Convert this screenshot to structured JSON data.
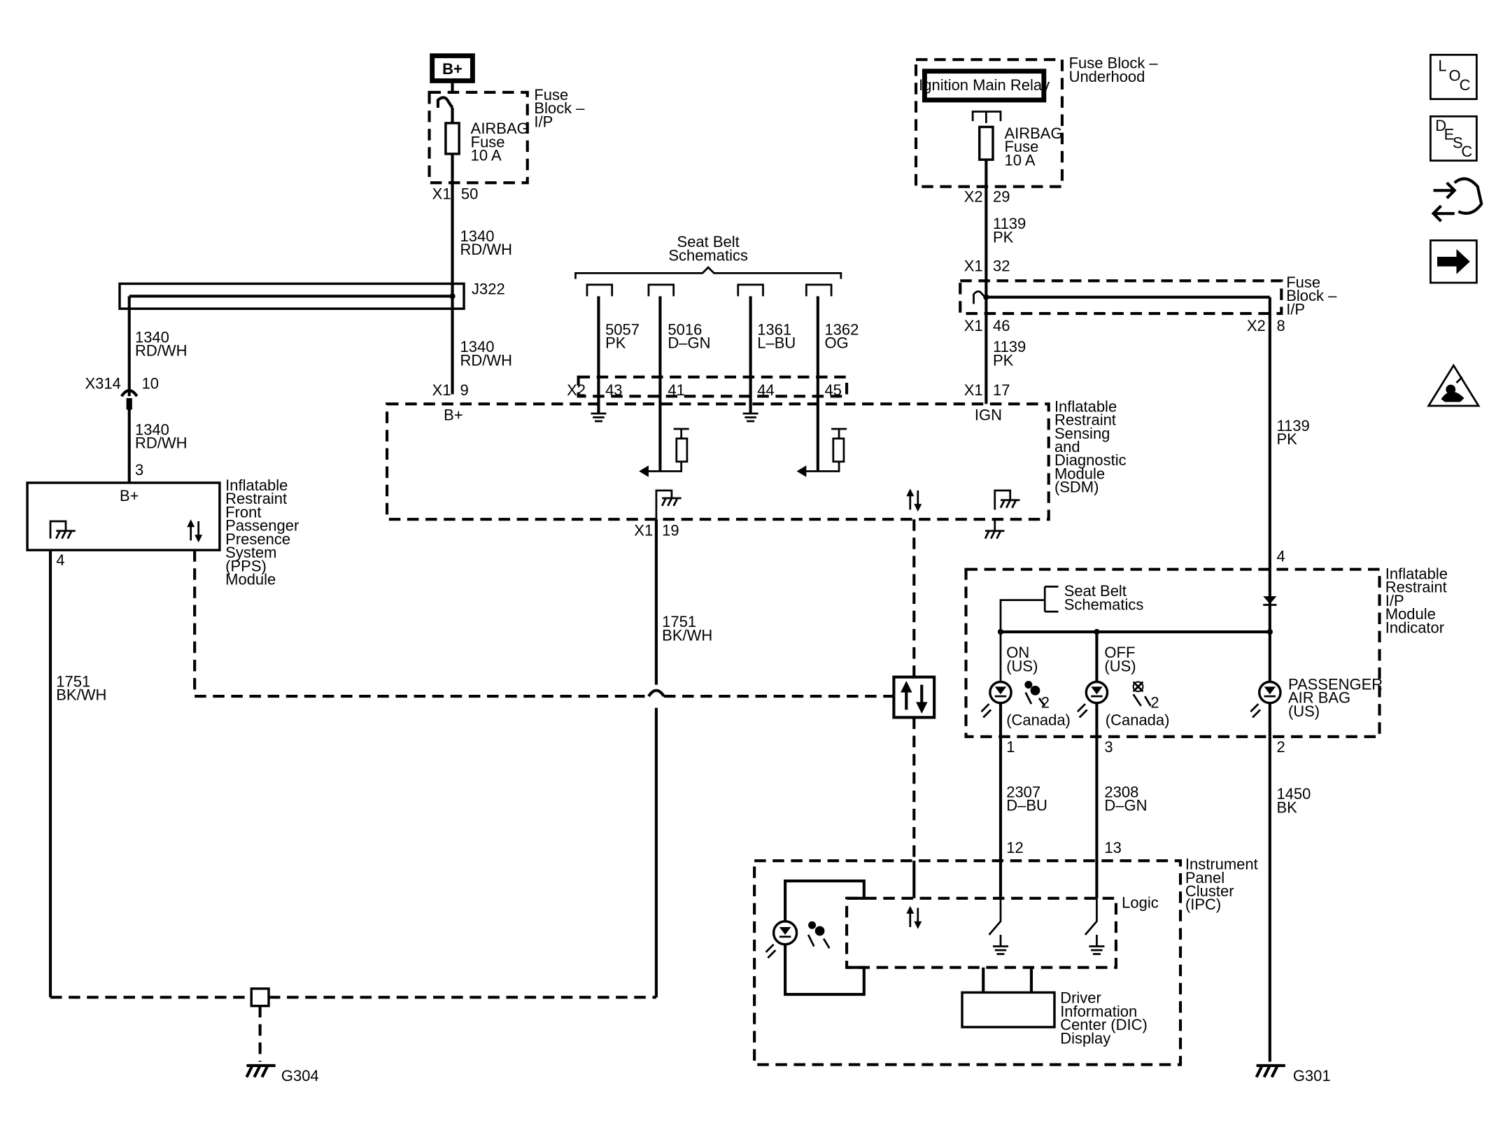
{
  "power": {
    "bplus": "B+",
    "ignition_main_relay": "Ignition Main Relay"
  },
  "fuse_blocks": {
    "ip_top": {
      "title_1": "Fuse",
      "title_2": "Block –",
      "title_3": "I/P",
      "fuse_1": "AIRBAG",
      "fuse_2": "Fuse",
      "fuse_3": "10 A",
      "conn": "X1",
      "pin": "50"
    },
    "underhood": {
      "title_1": "Fuse Block –",
      "title_2": "Underhood",
      "fuse_1": "AIRBAG",
      "fuse_2": "Fuse",
      "fuse_3": "10 A",
      "conn": "X2",
      "pin": "29"
    },
    "ip_right": {
      "title_1": "Fuse",
      "title_2": "Block –",
      "title_3": "I/P",
      "conn_top": "X1",
      "pin_top": "32",
      "conn_in": "X1",
      "pin_in": "46",
      "conn_out": "X2",
      "pin_out": "8"
    }
  },
  "wires": {
    "w1340_num": "1340",
    "w1340_color": "RD/WH",
    "w1139_num": "1139",
    "w1139_color": "PK",
    "w5057_num": "5057",
    "w5057_color": "PK",
    "w5016_num": "5016",
    "w5016_color": "D–GN",
    "w1361_num": "1361",
    "w1361_color": "L–BU",
    "w1362_num": "1362",
    "w1362_color": "OG",
    "w1751_num": "1751",
    "w1751_color": "BK/WH",
    "w2307_num": "2307",
    "w2307_color": "D–BU",
    "w2308_num": "2308",
    "w2308_color": "D–GN",
    "w1450_num": "1450",
    "w1450_color": "BK"
  },
  "splices": {
    "j322": "J322",
    "x314": "X314",
    "x314_pin": "10"
  },
  "seat_belt": {
    "line1": "Seat Belt",
    "line2": "Schematics"
  },
  "sdm": {
    "label": [
      "Inflatable",
      "Restraint",
      "Sensing",
      "and",
      "Diagnostic",
      "Module",
      "(SDM)"
    ],
    "x1": "X1",
    "pin9": "9",
    "x2": "X2",
    "pin43": "43",
    "pin41": "41",
    "pin44": "44",
    "pin45": "45",
    "pin17": "17",
    "pin19": "19",
    "bplus": "B+",
    "ign": "IGN"
  },
  "pps": {
    "label": [
      "Inflatable",
      "Restraint",
      "Front",
      "Passenger",
      "Presence",
      "System",
      "(PPS)",
      "Module"
    ],
    "bplus": "B+",
    "pin3": "3",
    "pin4": "4"
  },
  "indicator": {
    "label": [
      "Inflatable",
      "Restraint",
      "I/P",
      "Module",
      "Indicator"
    ],
    "on": "ON",
    "on_us": "(US)",
    "off": "OFF",
    "off_us": "(US)",
    "canada": "(Canada)",
    "pass_1": "PASSENGER",
    "pass_2": "AIR BAG",
    "pass_3": "(US)",
    "pin4": "4",
    "pin1": "1",
    "pin3": "3",
    "pin2": "2",
    "sub": "2"
  },
  "ipc": {
    "label": [
      "Instrument",
      "Panel",
      "Cluster",
      "(IPC)"
    ],
    "logic": "Logic",
    "pin12": "12",
    "pin13": "13",
    "dic": [
      "Driver",
      "Information",
      "Center (DIC)",
      "Display"
    ]
  },
  "grounds": {
    "g304": "G304",
    "g301": "G301"
  },
  "side_icons": {
    "loc": [
      "L",
      "O",
      "C"
    ],
    "desc": [
      "D",
      "E",
      "S",
      "C"
    ],
    "icons": [
      "loc-icon",
      "desc-icon",
      "connector-info-icon",
      "next-page-arrow-icon",
      "esd-warning-icon"
    ]
  }
}
